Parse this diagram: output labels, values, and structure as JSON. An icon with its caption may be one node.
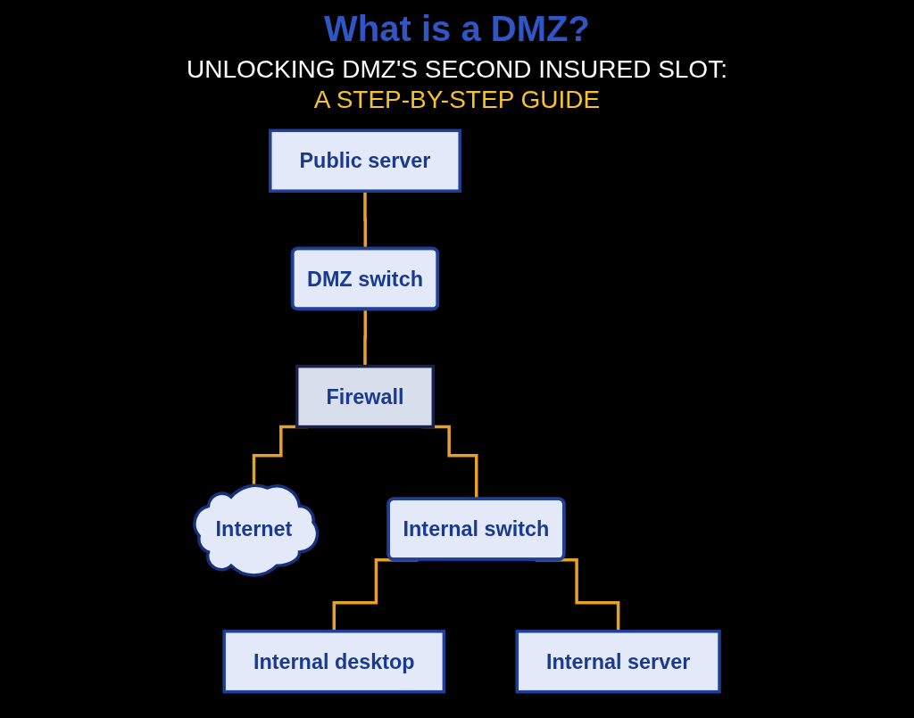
{
  "diagram": {
    "title": "What is a DMZ?",
    "nodes": [
      {
        "text": [
          "Public server"
        ]
      },
      {
        "text": [
          "DMZ switch"
        ]
      },
      {
        "text": [
          "Firewall"
        ]
      },
      {
        "text": [
          "Internet"
        ]
      },
      {
        "text": [
          "Internal switch"
        ]
      },
      {
        "text": [
          "Internal desktop"
        ]
      },
      {
        "text": [
          "Internal server"
        ]
      }
    ],
    "edges": [
      {
        "from": 0,
        "to": 1,
        "arrow": "none"
      },
      {
        "from": 1,
        "to": 2,
        "arrow": "none"
      },
      {
        "from": 2,
        "to": 3,
        "arrow": "none"
      },
      {
        "from": 2,
        "to": 4,
        "arrow": "none"
      },
      {
        "from": 4,
        "to": 5,
        "arrow": "none"
      },
      {
        "from": 4,
        "to": 6,
        "arrow": "none"
      }
    ],
    "labels": [
      "UNLOCKING DMZ'S SECOND INSURED SLOT:",
      "A STEP-BY-STEP GUIDE"
    ]
  }
}
